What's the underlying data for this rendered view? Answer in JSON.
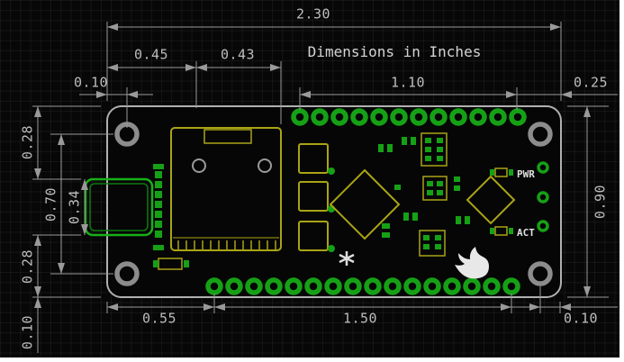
{
  "drawing": {
    "title": "Dimensions in Inches"
  },
  "dimensions": {
    "board_width": "2.30",
    "left_section": "0.45",
    "module_section": "0.43",
    "edge_to_hole_top": "0.10",
    "top_header_span": "1.10",
    "pads_to_right_edge": "0.25",
    "top_edge_to_usb": "0.28",
    "hole_spacing_vertical": "0.70",
    "usb_height": "0.34",
    "usb_to_bottom_edge": "0.28",
    "board_height": "0.90",
    "edge_to_first_pad_bottom": "0.55",
    "bottom_header_span": "1.50",
    "hole_to_right_edge": "0.10",
    "hole_to_bottom_edge": "0.10"
  },
  "silkscreen": {
    "pwr_label": "PWR",
    "act_label": "ACT"
  },
  "colors": {
    "background": "#070707",
    "grid": "#1a1a1a",
    "board_outline": "#b0b0b0",
    "pad_green": "#16a016",
    "silkscreen_yellow": "#a9a416",
    "dimension_gray": "#9a9a9a",
    "label_text": "#bdbdbd",
    "white_marking": "#e8e8e8"
  }
}
